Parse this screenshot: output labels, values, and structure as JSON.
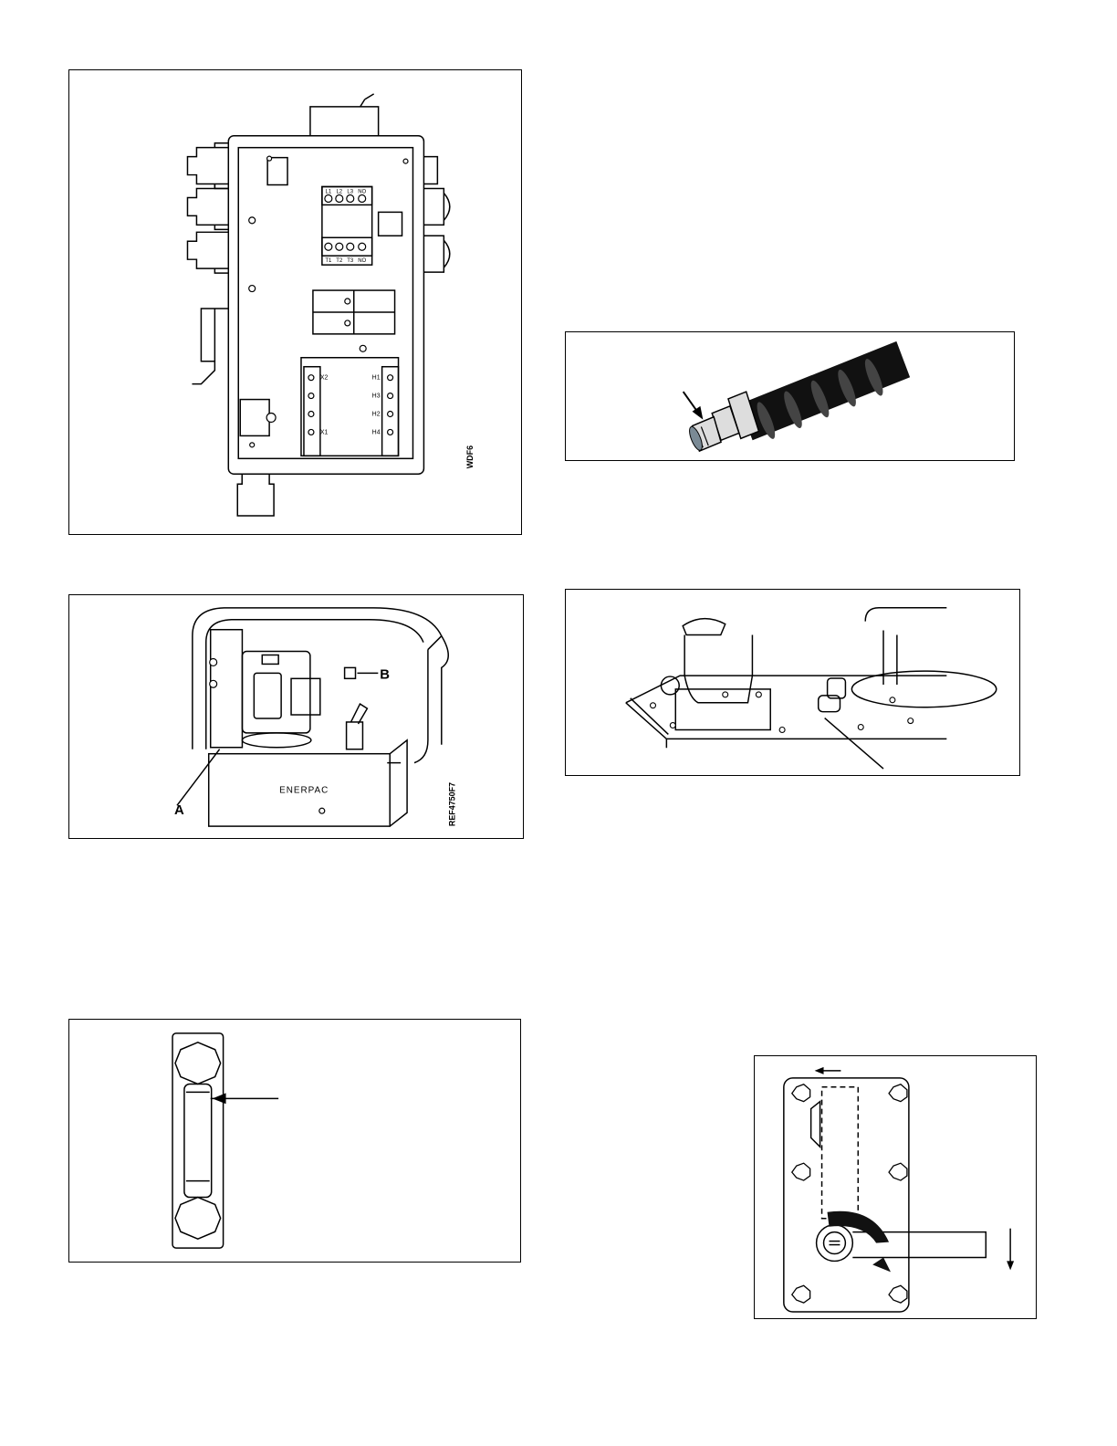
{
  "figures": {
    "panel": {
      "code": "WDF6",
      "contactor_top": [
        "L1",
        "L2",
        "L3",
        "NO"
      ],
      "contactor_bottom": [
        "T1",
        "T2",
        "T3",
        "NO"
      ],
      "terminals_left": [
        "X2",
        "",
        "",
        "X1"
      ],
      "terminals_right": [
        "H1",
        "H3",
        "H2",
        "H4"
      ]
    },
    "pump": {
      "code": "REF4750F7",
      "brand": "ENERPAC",
      "callout_a": "A",
      "callout_b": "B"
    },
    "sight_glass": {},
    "hose_fitting": {},
    "reservoir": {},
    "valve": {}
  }
}
